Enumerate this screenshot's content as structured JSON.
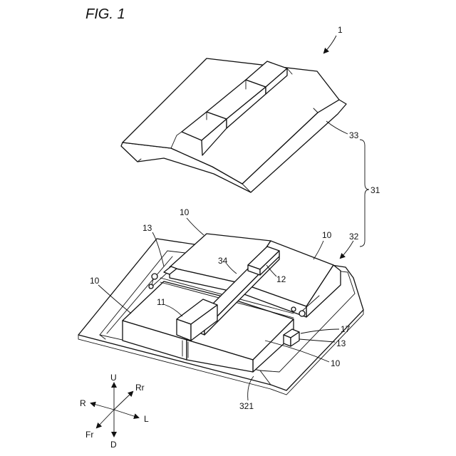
{
  "title": "FIG. 1",
  "labels": {
    "assembly": "1",
    "cover": "33",
    "case": "31",
    "tray": "32",
    "tray_floor": "321",
    "module_back_left": "10",
    "module_back_right": "10",
    "module_front_left": "10",
    "module_front_right": "10",
    "bracket_back": "13",
    "bracket_front": "13",
    "bar": "34",
    "block_rear": "12",
    "block_front": "11",
    "clip": "17"
  },
  "axes": {
    "up": "U",
    "down": "D",
    "right": "R",
    "left": "L",
    "rear": "Rr",
    "front": "Fr"
  }
}
